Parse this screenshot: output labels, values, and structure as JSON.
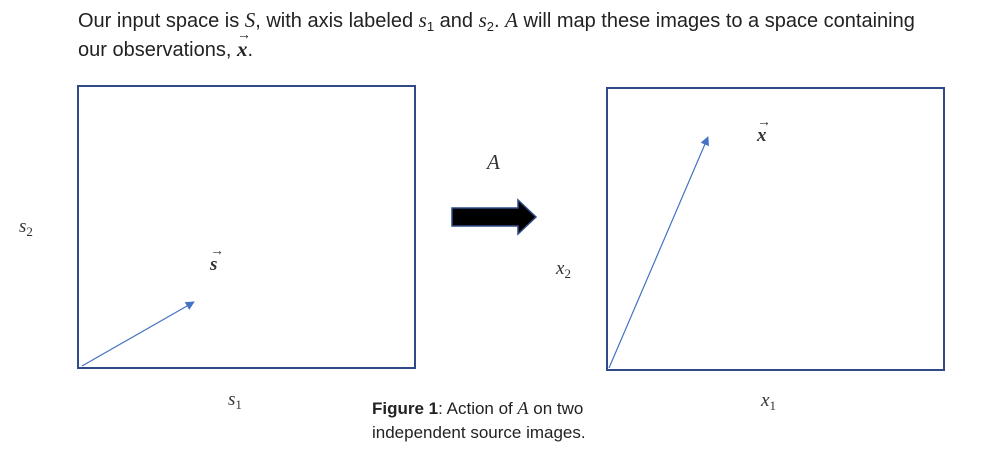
{
  "intro": {
    "part1": "Our input space is ",
    "S": "S",
    "part2": ", with axis labeled ",
    "s": "s",
    "sub1": "1",
    "and": " and ",
    "sub2": "2",
    "period": ". ",
    "A": "A",
    "part3": " will map these images to a space containing",
    "part4": "our observations, ",
    "x": "x",
    "end": "."
  },
  "left_panel": {
    "axis_y_base": "s",
    "axis_y_sub": "2",
    "axis_x_base": "s",
    "axis_x_sub": "1",
    "vector_label": "s"
  },
  "arrow": {
    "label": "A"
  },
  "right_panel": {
    "axis_y_base": "x",
    "axis_y_sub": "2",
    "axis_x_base": "x",
    "axis_x_sub": "1",
    "vector_label": "x"
  },
  "caption": {
    "figure": "Figure 1",
    "colon": ": Action of ",
    "A": "A",
    "rest1": " on two",
    "line2": "independent source images."
  },
  "colors": {
    "box_border": "#2f4a86",
    "vector": "#4472c4",
    "big_arrow_fill": "#000000",
    "big_arrow_stroke": "#2f4a86"
  }
}
